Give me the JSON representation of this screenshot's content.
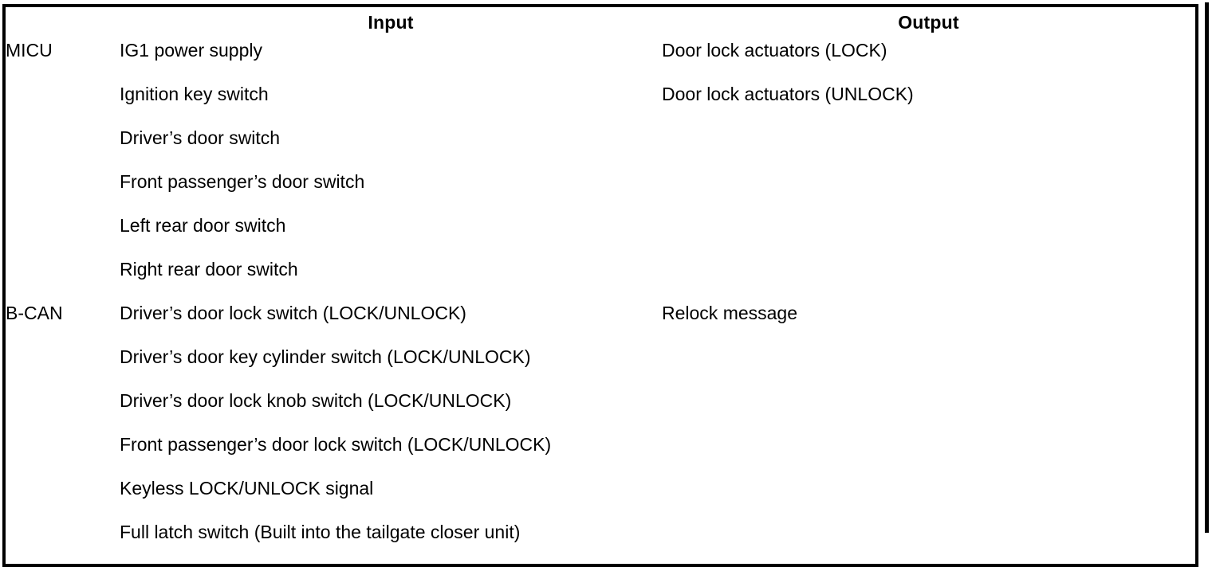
{
  "table": {
    "headers": {
      "module": "",
      "input": "Input",
      "output": "Output"
    },
    "sections": [
      {
        "module": "MICU",
        "inputs": [
          "IG1 power supply",
          "Ignition key switch",
          "Driver’s door switch",
          "Front passenger’s door switch",
          "Left rear door switch",
          "Right rear door switch"
        ],
        "outputs": [
          "Door lock actuators (LOCK)",
          "Door lock actuators (UNLOCK)"
        ]
      },
      {
        "module": "B-CAN",
        "inputs": [
          "Driver’s door lock switch (LOCK/UNLOCK)",
          "Driver’s door key cylinder switch (LOCK/UNLOCK)",
          "Driver’s door lock knob switch (LOCK/UNLOCK)",
          "Front passenger’s door lock switch (LOCK/UNLOCK)",
          "Keyless LOCK/UNLOCK signal",
          "Full latch switch (Built into the tailgate closer unit)"
        ],
        "outputs": [
          "Relock message"
        ]
      }
    ]
  },
  "colors": {
    "border": "#000000",
    "text": "#000000",
    "background": "#ffffff"
  }
}
